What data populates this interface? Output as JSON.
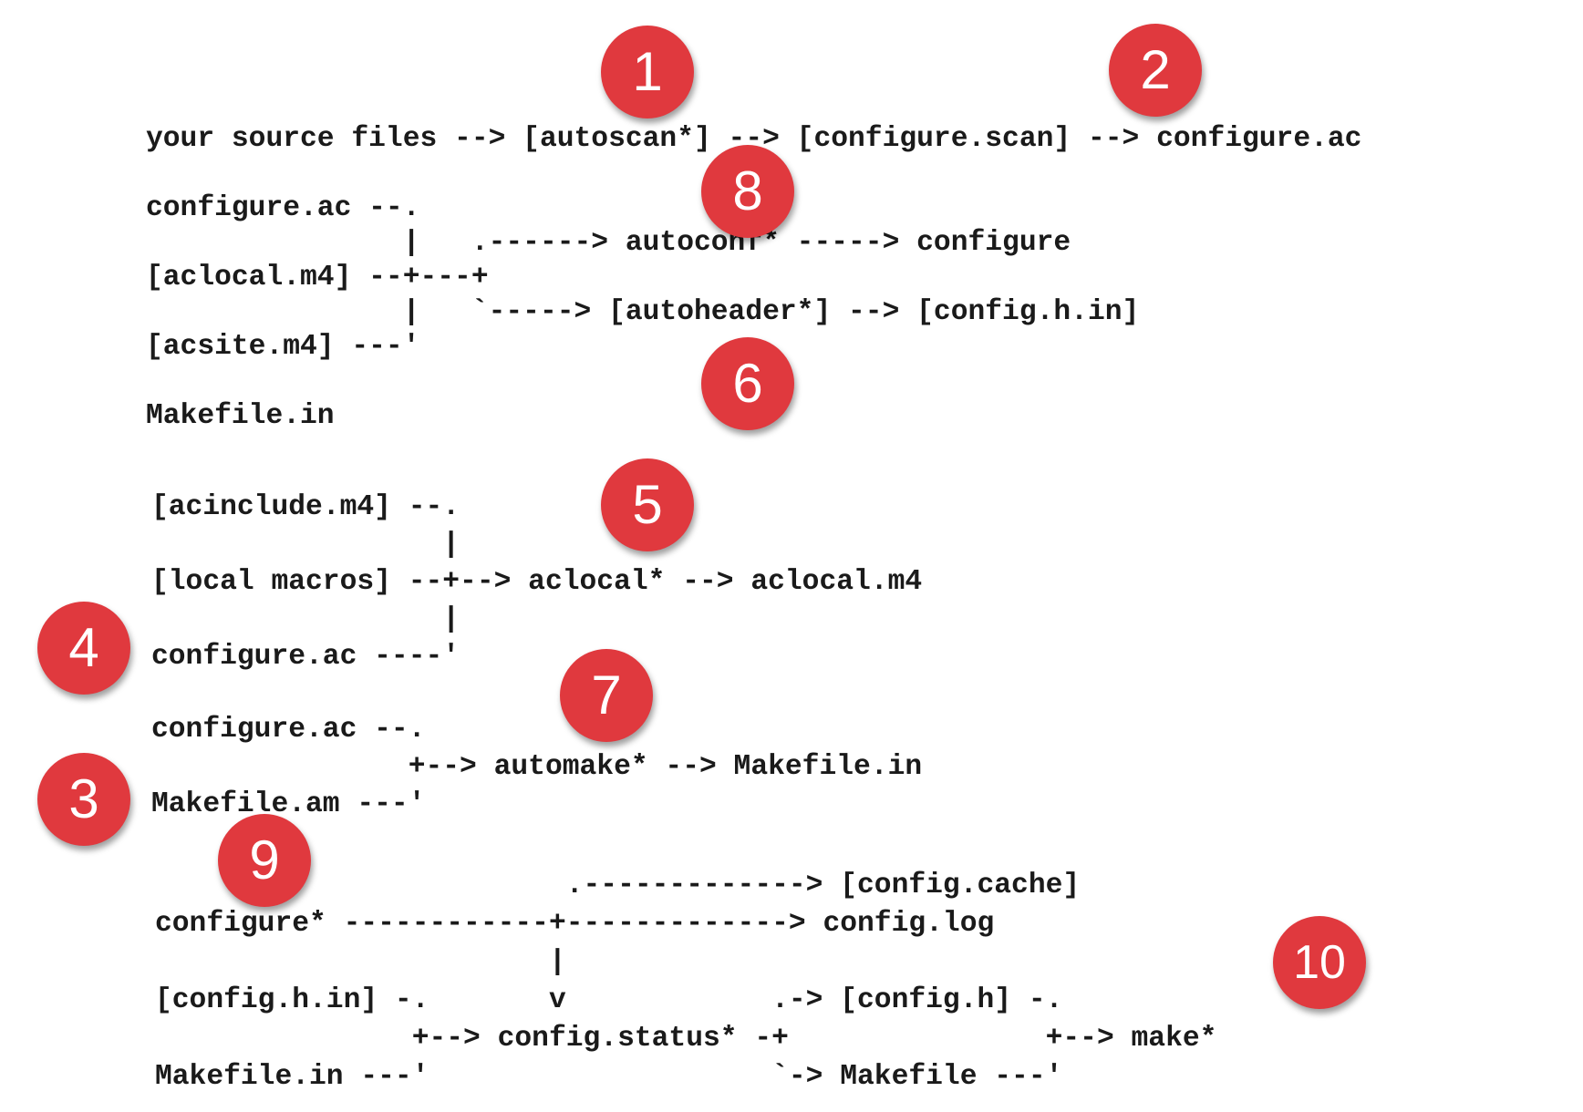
{
  "diagram": {
    "sections": [
      {
        "id": "autoscan",
        "lines": [
          "your source files --> [autoscan*] --> [configure.scan] --> configure.ac"
        ]
      },
      {
        "id": "autoconf",
        "lines": [
          "configure.ac --.",
          "               |   .------> autoconf* -----> configure",
          "[aclocal.m4] --+---+",
          "               |   `-----> [autoheader*] --> [config.h.in]",
          "[acsite.m4] ---'"
        ]
      },
      {
        "id": "makefile-in",
        "lines": [
          "Makefile.in"
        ]
      },
      {
        "id": "aclocal",
        "lines": [
          "[acinclude.m4] --.",
          "                 |",
          "[local macros] --+--> aclocal* --> aclocal.m4",
          "                 |",
          "configure.ac ----'"
        ]
      },
      {
        "id": "automake",
        "lines": [
          "configure.ac --.",
          "               +--> automake* --> Makefile.in",
          "Makefile.am ---'"
        ]
      },
      {
        "id": "configure",
        "lines": [
          "                        .-------------> [config.cache]",
          "configure* ------------+-------------> config.log",
          "                       |",
          "[config.h.in] -.       v            .-> [config.h] -.",
          "               +--> config.status* -+               +--> make*",
          "Makefile.in ---'                    `-> Makefile ---'"
        ]
      }
    ],
    "badges": {
      "b1": "1",
      "b2": "2",
      "b3": "3",
      "b4": "4",
      "b5": "5",
      "b6": "6",
      "b7": "7",
      "b8": "8",
      "b9": "9",
      "b10": "10"
    },
    "colors": {
      "badge_fill": "#e0393e",
      "badge_text": "#ffffff",
      "text": "#1a1a1a",
      "background": "#ffffff"
    }
  }
}
